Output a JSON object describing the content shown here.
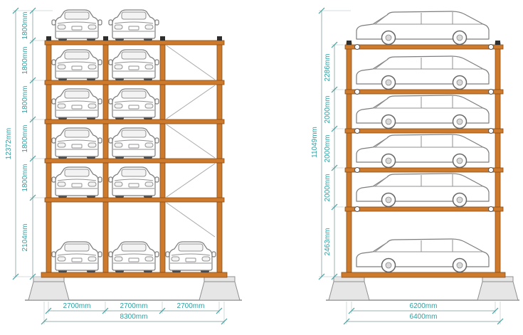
{
  "front_elevation": {
    "overall_height": "12372mm",
    "level_heights": [
      "1800mm",
      "1800mm",
      "1800mm",
      "1800mm",
      "1800mm",
      "2104mm"
    ],
    "bay_widths": [
      "2700mm",
      "2700mm",
      "2700mm"
    ],
    "overall_width": "8300mm"
  },
  "side_elevation": {
    "overall_height": "11049mm",
    "level_heights": [
      "2286mm",
      "2000mm",
      "2000mm",
      "2000mm",
      "2463mm"
    ],
    "platform_depth": "6200mm",
    "overall_depth": "6400mm"
  },
  "colors": {
    "frame_orange": "#cd7a2d",
    "frame_edge": "#8a4d15",
    "dimension_teal": "#2fa0a2",
    "line_gray": "#9cb0b0",
    "footing_gray": "#e6e6e6"
  }
}
